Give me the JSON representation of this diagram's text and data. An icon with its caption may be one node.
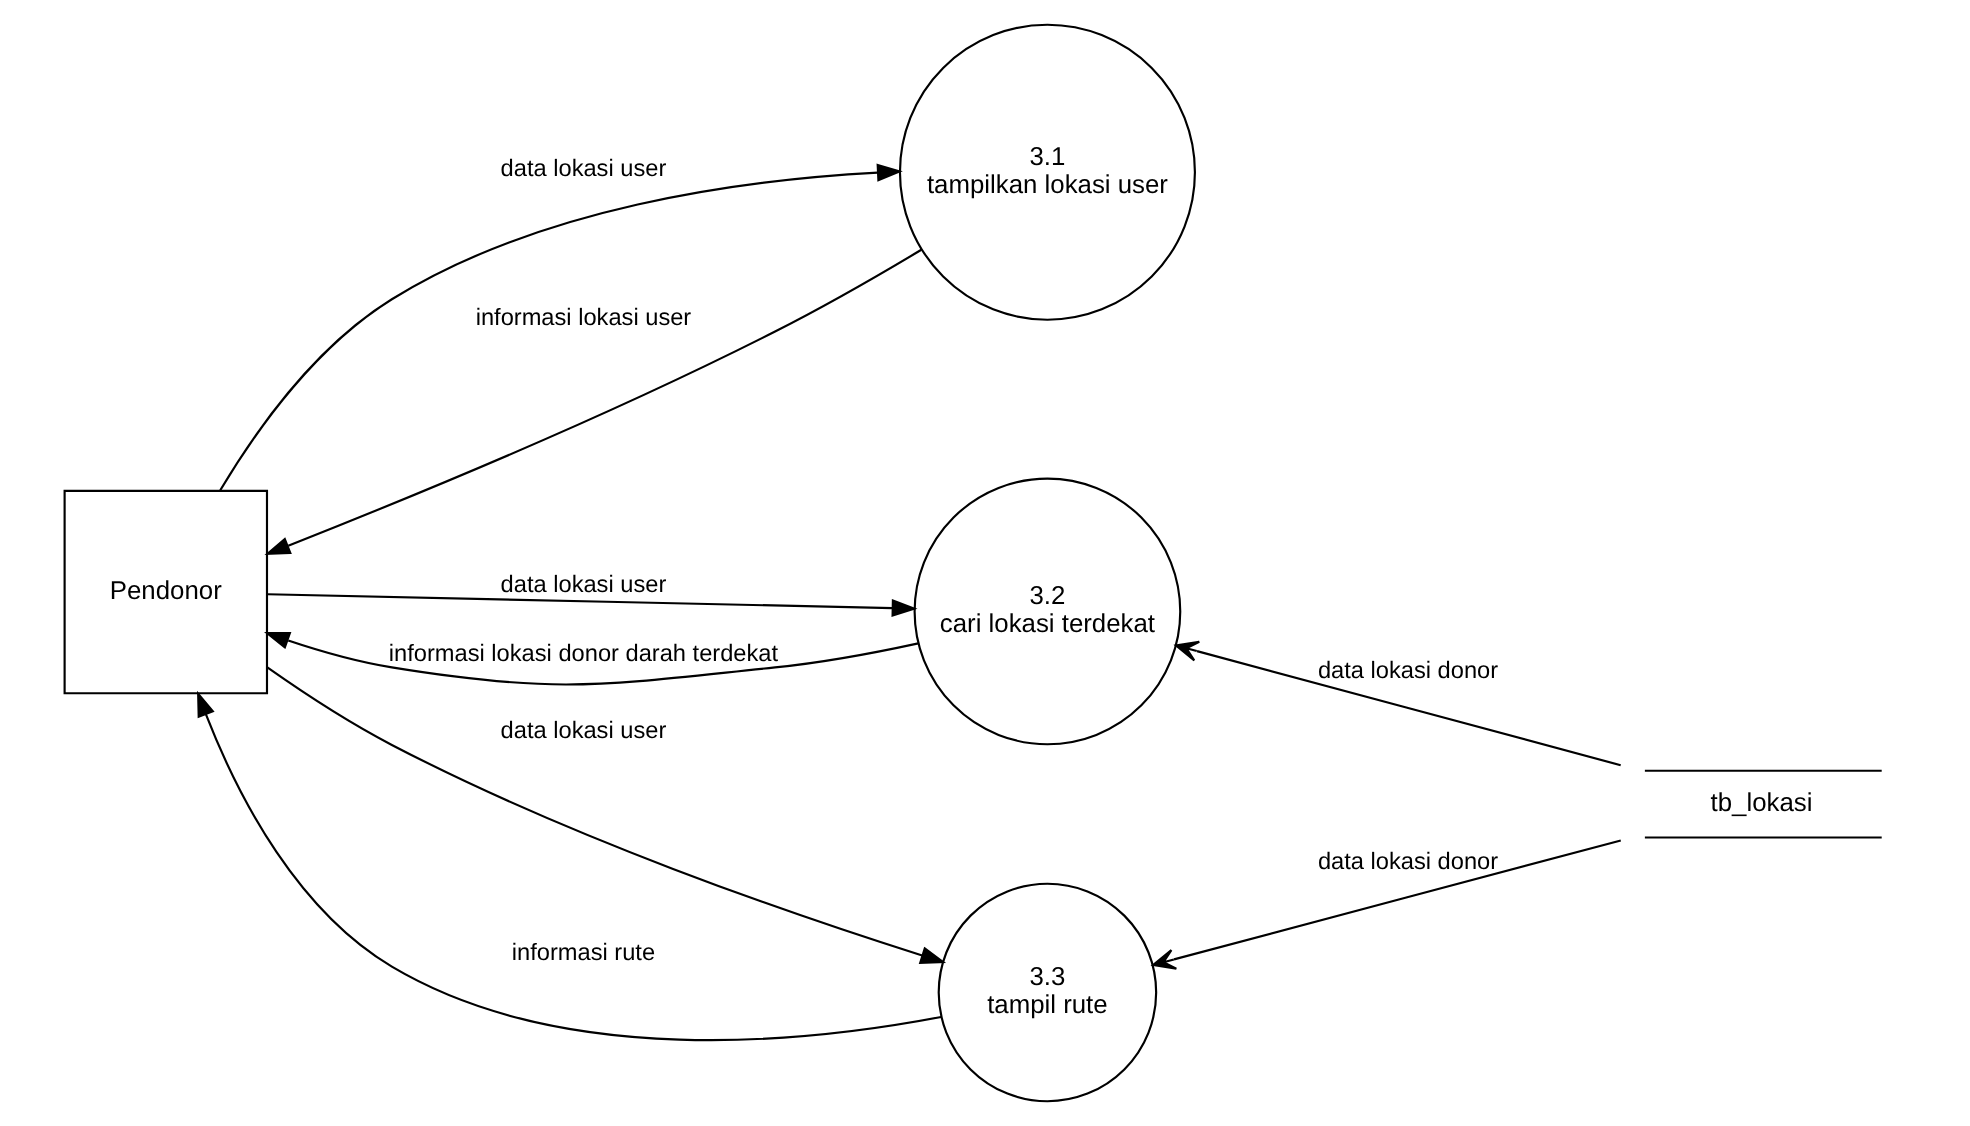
{
  "diagram": {
    "nodes": [
      {
        "text": [
          "Pendonor"
        ]
      },
      {
        "text": [
          "3.1",
          "tampilkan lokasi user"
        ]
      },
      {
        "text": [
          "3.2",
          "cari lokasi terdekat"
        ]
      },
      {
        "text": [
          "3.3",
          "tampil rute"
        ]
      },
      {
        "text": [
          "tb_lokasi"
        ]
      }
    ],
    "edges": [
      {
        "from": 0,
        "to": 1,
        "arrow": "to",
        "label": "data lokasi user"
      },
      {
        "from": 1,
        "to": 0,
        "arrow": "to",
        "label": "informasi lokasi user"
      },
      {
        "from": 0,
        "to": 2,
        "arrow": "to",
        "label": "data lokasi user"
      },
      {
        "from": 2,
        "to": 0,
        "arrow": "to",
        "label": "informasi lokasi donor darah terdekat"
      },
      {
        "from": 4,
        "to": 2,
        "arrow": "to",
        "label": "data lokasi donor"
      },
      {
        "from": 0,
        "to": 3,
        "arrow": "to",
        "label": "data lokasi user"
      },
      {
        "from": 3,
        "to": 0,
        "arrow": "to",
        "label": "informasi rute"
      },
      {
        "from": 4,
        "to": 3,
        "arrow": "to",
        "label": "data lokasi donor"
      }
    ]
  }
}
